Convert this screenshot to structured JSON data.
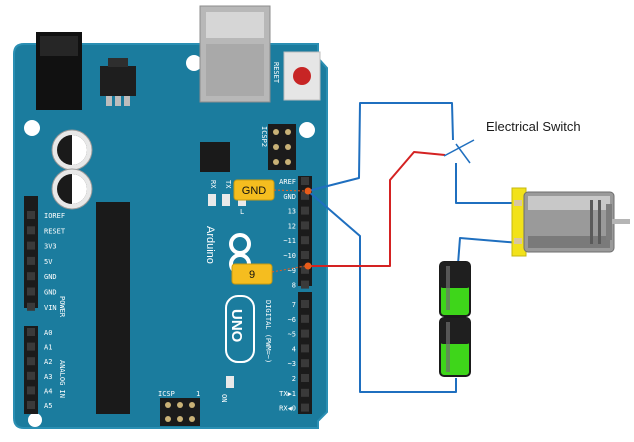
{
  "switch_label": "Electrical Switch",
  "gnd_tag": "GND",
  "pin_tag": "9",
  "board": {
    "reset_label": "RESET",
    "icsp2_label": "ICSP2",
    "icsp_label": "ICSP",
    "icsp_pin1": "1",
    "rx_label": "RX",
    "tx_label": "TX",
    "l_label": "L",
    "on_label": "ON",
    "brand": "Arduino",
    "model": "UNO",
    "digital_label": "DIGITAL (PWM=~)",
    "power_label": "POWER",
    "analog_label": "ANALOG IN",
    "left_pins": [
      "IOREF",
      "RESET",
      "3V3",
      "5V",
      "GND",
      "GND",
      "VIN"
    ],
    "analog_pins": [
      "A0",
      "A1",
      "A2",
      "A3",
      "A4",
      "A5"
    ],
    "digital_top": [
      "AREF",
      "GND",
      "13",
      "12",
      "~11",
      "~10",
      "~9",
      "8"
    ],
    "digital_bottom": [
      "7",
      "~6",
      "~5",
      "4",
      "~3",
      "2",
      "TX▶1",
      "RX◀0"
    ]
  },
  "colors": {
    "board": "#1b7c9e",
    "board_edge": "#2a8fb3",
    "wire_blue": "#1f6fbf",
    "wire_red": "#d42222",
    "tag_fill": "#f5bd1f",
    "motor_mount": "#f2e21a",
    "battery_green": "#3ed61a"
  }
}
